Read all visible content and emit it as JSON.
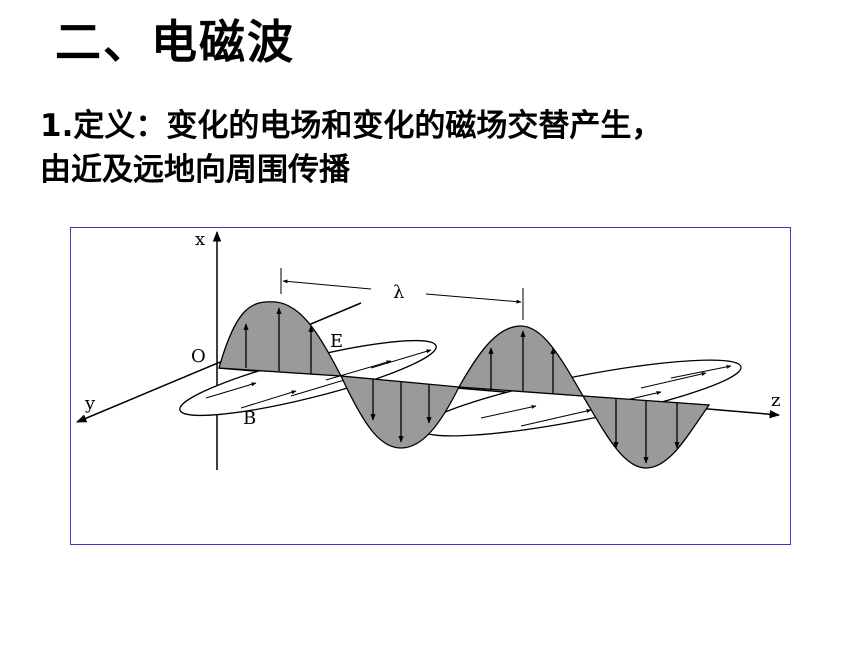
{
  "slide": {
    "title": "二、电磁波",
    "definition_line1": "1.定义：变化的电场和变化的磁场交替产生，",
    "definition_line2": "由近及远地向周围传播"
  },
  "figure": {
    "labels": {
      "x": "x",
      "y": "y",
      "z": "z",
      "origin": "O",
      "electric": "E",
      "magnetic": "B",
      "wavelength": "λ"
    },
    "colors": {
      "frame": "#3a3ac8",
      "wave_fill": "#9a9a9a",
      "stroke": "#000000"
    }
  }
}
